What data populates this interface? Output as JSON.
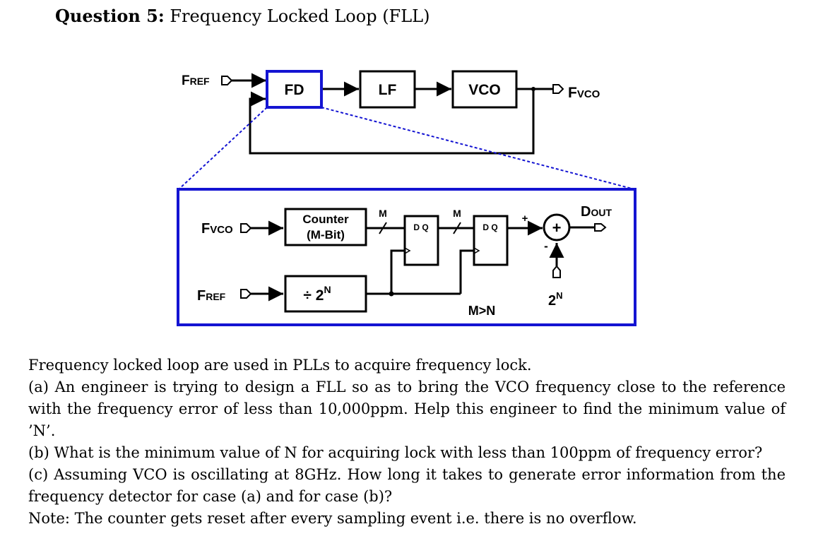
{
  "question": {
    "label": "Question 5:",
    "title": "Frequency Locked Loop (FLL)"
  },
  "top_loop": {
    "fref": {
      "main": "F",
      "sub": "REF"
    },
    "fd": "FD",
    "lf": "LF",
    "vco": "VCO",
    "fvco": {
      "main": "F",
      "sub": "VCO"
    }
  },
  "detail": {
    "fvco_in": {
      "main": "F",
      "sub": "VCO"
    },
    "fref_in": {
      "main": "F",
      "sub": "REF"
    },
    "counter_line1": "Counter",
    "counter_line2": "(M-Bit)",
    "divider": {
      "main": "÷ 2",
      "sup": "N"
    },
    "bus_label_1": "M",
    "bus_label_2": "M",
    "ff1": "D  Q",
    "ff2": "D  Q",
    "plus_sign": "+",
    "minus_sign": "-",
    "adder_symbol": "+",
    "dout": {
      "main": "D",
      "sub": "OUT"
    },
    "constant": {
      "main": "2",
      "sup": "N"
    },
    "condition": "M>N"
  },
  "text": {
    "intro": "Frequency locked loop are used in PLLs to acquire frequency lock.",
    "part_a": "(a) An engineer is trying to design a FLL so as to bring the VCO frequency close to the reference with the frequency error of less than 10,000ppm. Help this engineer to find the minimum value of ’N’.",
    "part_b": "(b) What is the minimum value of N for acquiring lock with less than 100ppm of frequency error?",
    "part_c": "(c) Assuming VCO is oscillating at 8GHz. How long it takes to generate error information from the frequency detector for case (a) and for case (b)?",
    "note": "Note: The counter gets reset after every sampling event i.e. there is no overflow."
  },
  "colors": {
    "highlight_blue": "#1414d2",
    "line": "#000000"
  }
}
